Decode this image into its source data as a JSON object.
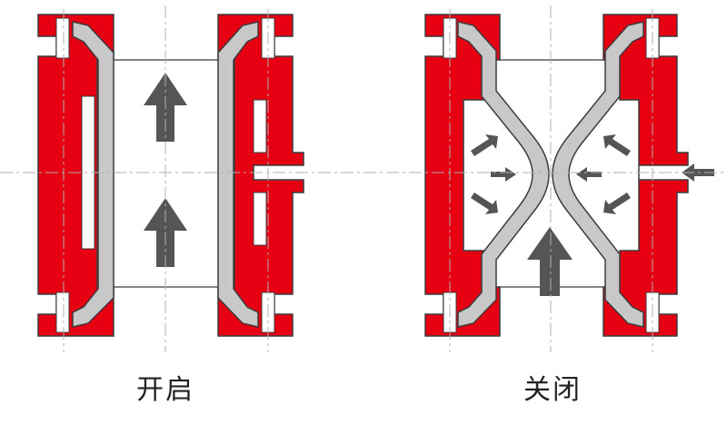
{
  "panels": [
    {
      "id": "open",
      "label": "开启"
    },
    {
      "id": "closed",
      "label": "关闭"
    }
  ],
  "colors": {
    "body": "#e60012",
    "sleeve": "#c8c8c8",
    "outline": "#3c3c3c",
    "arrow": "#555555",
    "centerline": "#b0b0b0",
    "background": "#ffffff"
  },
  "icons": [
    "flow-arrow-icon",
    "pressure-arrow-icon"
  ]
}
